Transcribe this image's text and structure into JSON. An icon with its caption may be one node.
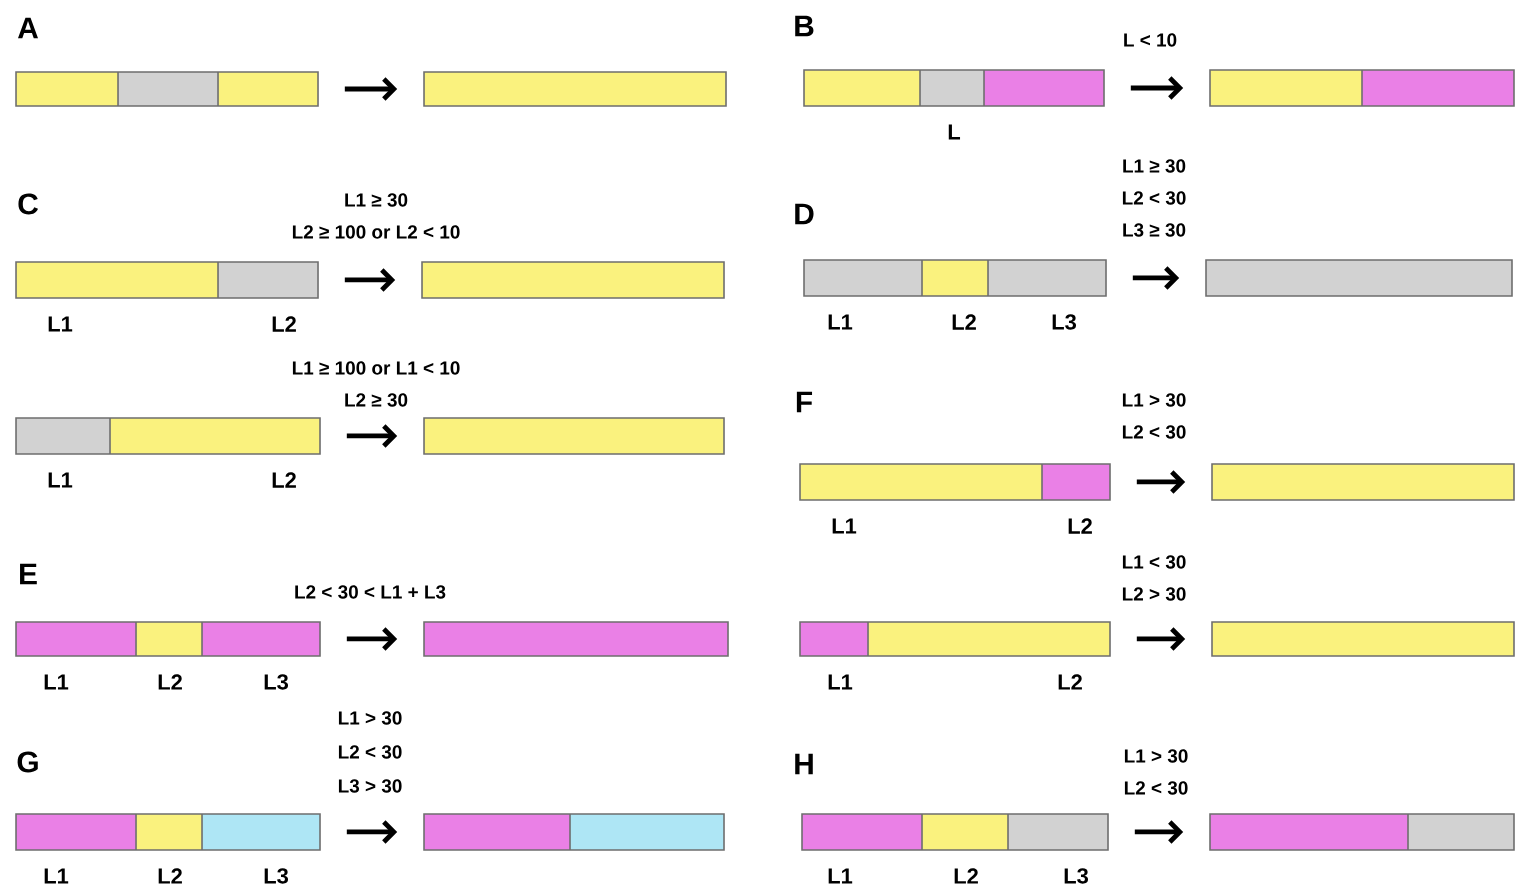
{
  "diagram": {
    "nodes": [
      {
        "text": [],
        "shape": "bar"
      },
      {
        "text": [],
        "shape": "bar"
      },
      {
        "text": [],
        "shape": "bar",
        "beside": [
          "L"
        ]
      },
      {
        "text": [],
        "shape": "bar"
      },
      {
        "text": [],
        "shape": "bar",
        "beside": [
          "L1",
          "L2"
        ]
      },
      {
        "text": [],
        "shape": "bar"
      },
      {
        "text": [],
        "shape": "bar",
        "beside": [
          "L1",
          "L2",
          "L3"
        ]
      },
      {
        "text": [],
        "shape": "bar"
      },
      {
        "text": [],
        "shape": "bar",
        "beside": [
          "L1",
          "L2"
        ]
      },
      {
        "text": [],
        "shape": "bar"
      },
      {
        "text": [],
        "shape": "bar",
        "beside": [
          "L1",
          "L2"
        ]
      },
      {
        "text": [],
        "shape": "bar"
      },
      {
        "text": [],
        "shape": "bar",
        "beside": [
          "L1",
          "L2"
        ]
      },
      {
        "text": [],
        "shape": "bar"
      },
      {
        "text": [],
        "shape": "bar",
        "beside": [
          "L1",
          "L2",
          "L3"
        ]
      },
      {
        "text": [],
        "shape": "bar"
      },
      {
        "text": [],
        "shape": "bar",
        "beside": [
          "L1",
          "L2",
          "L3"
        ]
      },
      {
        "text": [],
        "shape": "bar"
      },
      {
        "text": [],
        "shape": "bar",
        "beside": [
          "L1",
          "L2",
          "L3"
        ]
      },
      {
        "text": [],
        "shape": "bar"
      }
    ],
    "edges": [
      {
        "from": 0,
        "to": 1,
        "arrow": "to"
      },
      {
        "from": 2,
        "to": 3,
        "arrow": "to"
      },
      {
        "from": 4,
        "to": 5,
        "arrow": "to"
      },
      {
        "from": 6,
        "to": 7,
        "arrow": "to"
      },
      {
        "from": 8,
        "to": 9,
        "arrow": "to"
      },
      {
        "from": 10,
        "to": 11,
        "arrow": "to"
      },
      {
        "from": 12,
        "to": 13,
        "arrow": "to"
      },
      {
        "from": 14,
        "to": 15,
        "arrow": "to"
      },
      {
        "from": 16,
        "to": 17,
        "arrow": "to"
      },
      {
        "from": 18,
        "to": 19,
        "arrow": "to"
      }
    ],
    "labels": [
      "A",
      "B",
      "L < 10",
      "C",
      "L1 ≥ 30",
      "L2 ≥ 100 or L2 < 10",
      "D",
      "L1 ≥ 30",
      "L2 < 30",
      "L3 ≥ 30",
      "L1 ≥ 100 or L1 < 10",
      "L2 ≥ 30",
      "F",
      "L1 > 30",
      "L2 < 30",
      "L1 < 30",
      "L2 > 30",
      "E",
      "L2 < 30 < L1 + L3",
      "G",
      "L1 > 30",
      "L2 < 30",
      "L3 > 30",
      "H",
      "L1 > 30",
      "L2 < 30"
    ]
  }
}
